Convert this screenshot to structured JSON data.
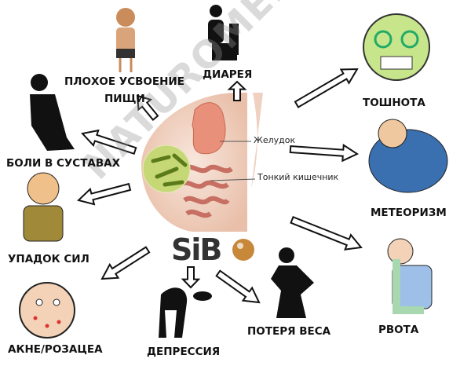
{
  "symptoms": {
    "malabsorption_1": "ПЛОХОЕ УСВОЕНИЕ",
    "malabsorption_2": "ПИЩИ",
    "diarrhea": "ДИАРЕЯ",
    "nausea": "ТОШНОТА",
    "joint_pain": "БОЛИ В СУСТАВАХ",
    "bloating": "МЕТЕОРИЗМ",
    "fatigue": "УПАДОК СИЛ",
    "acne": "АКНЕ/РОЗАЦЕА",
    "depression": "ДЕПРЕССИЯ",
    "weight_loss": "ПОТЕРЯ ВЕСА",
    "vomiting": "РВОТА"
  },
  "anatomy": {
    "stomach": "Желудок",
    "small_intestine": "Тонкий кишечник"
  },
  "logo": {
    "text": "SiB",
    "accent": "#c8883a"
  },
  "watermark": "NATUROMED.RU",
  "colors": {
    "organ": "#e8907a",
    "body": "#f3d6c6",
    "bacteria": "#9ab832"
  }
}
